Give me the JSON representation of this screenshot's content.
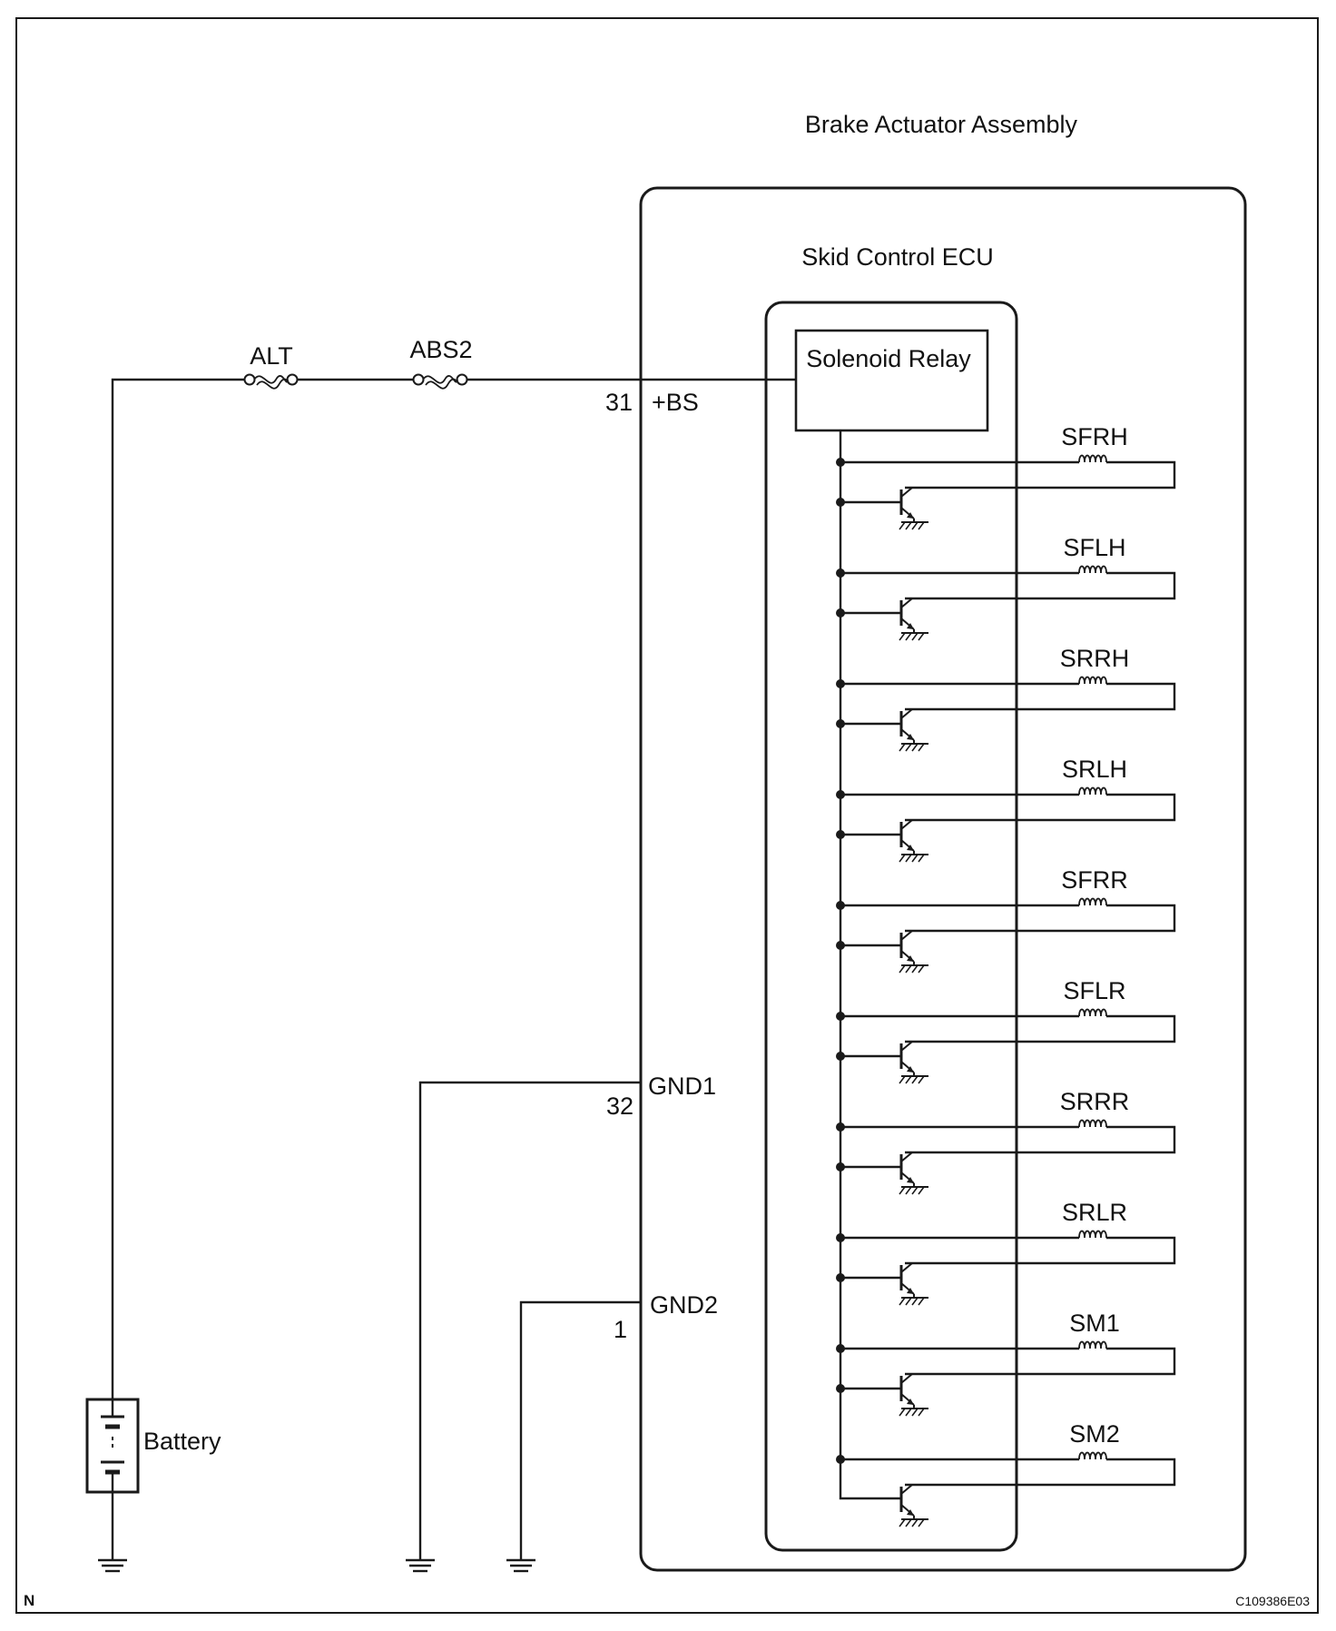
{
  "assembly_title": "Brake Actuator Assembly",
  "ecu_title": "Skid Control ECU",
  "relay_label": "Solenoid Relay",
  "fuses": [
    "ALT",
    "ABS2"
  ],
  "terminals": {
    "bs": {
      "pin": "31",
      "name": "+BS"
    },
    "gnd1": {
      "pin": "32",
      "name": "GND1"
    },
    "gnd2": {
      "pin": "1",
      "name": "GND2"
    }
  },
  "battery_label": "Battery",
  "solenoids": [
    "SFRH",
    "SFLH",
    "SRRH",
    "SRLH",
    "SFRR",
    "SFLR",
    "SRRR",
    "SRLR",
    "SM1",
    "SM2"
  ],
  "corner_mark": "N",
  "figure_code": "C109386E03"
}
